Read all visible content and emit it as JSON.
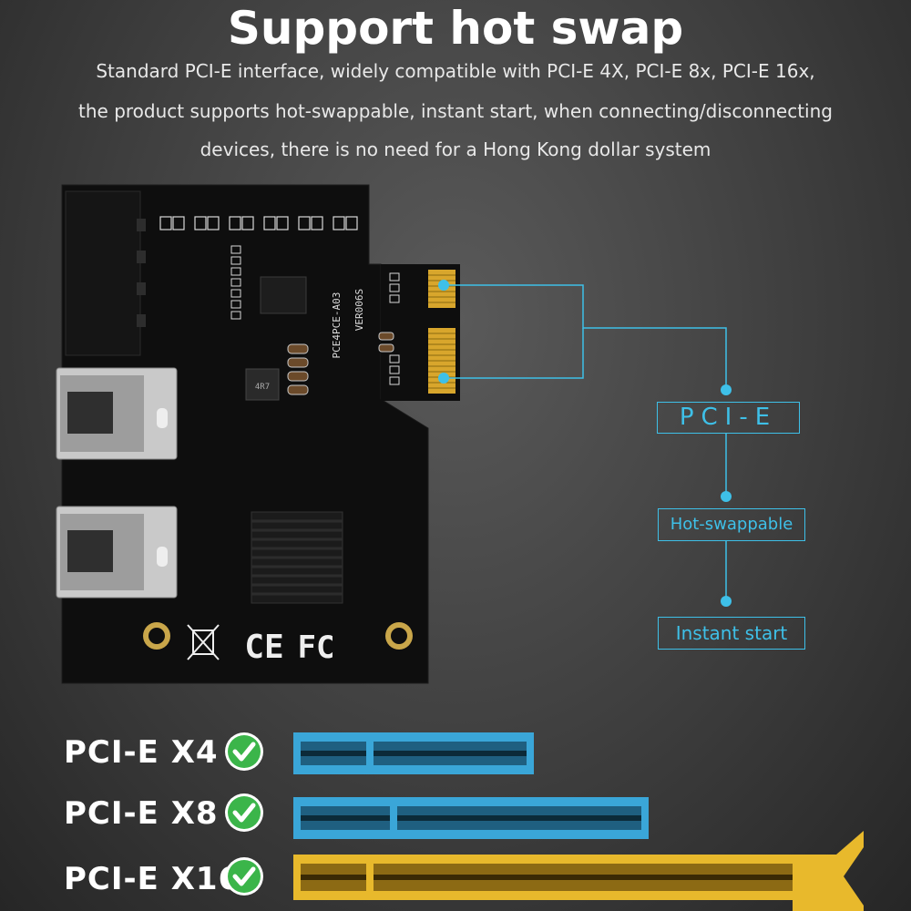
{
  "header": {
    "title": "Support hot swap",
    "line1": "Standard PCI-E interface, widely compatible with PCI-E 4X, PCI-E 8x, PCI-E 16x,",
    "line2": "the product supports hot-swappable, instant start, when connecting/disconnecting",
    "line3": "devices, there is no need for a Hong Kong dollar system"
  },
  "callouts": {
    "pcie": "PCI-E",
    "hot_swappable": "Hot-swappable",
    "instant_start": "Instant start"
  },
  "board": {
    "model": "PCE4PCE-A03",
    "version": "VER006S",
    "inductor": "4R7",
    "ce_mark": "CE",
    "fc_mark": "FC"
  },
  "slots": [
    {
      "label": "PCI-E  X4",
      "color": "#3aa6d8"
    },
    {
      "label": "PCI-E  X8",
      "color": "#3aa6d8"
    },
    {
      "label": "PCI-E  X16",
      "color": "#e8b92c"
    }
  ],
  "colors": {
    "accent": "#3ec0e8",
    "check_green": "#3bb54a",
    "pcb": "#111111",
    "gold": "#e0b23a"
  }
}
